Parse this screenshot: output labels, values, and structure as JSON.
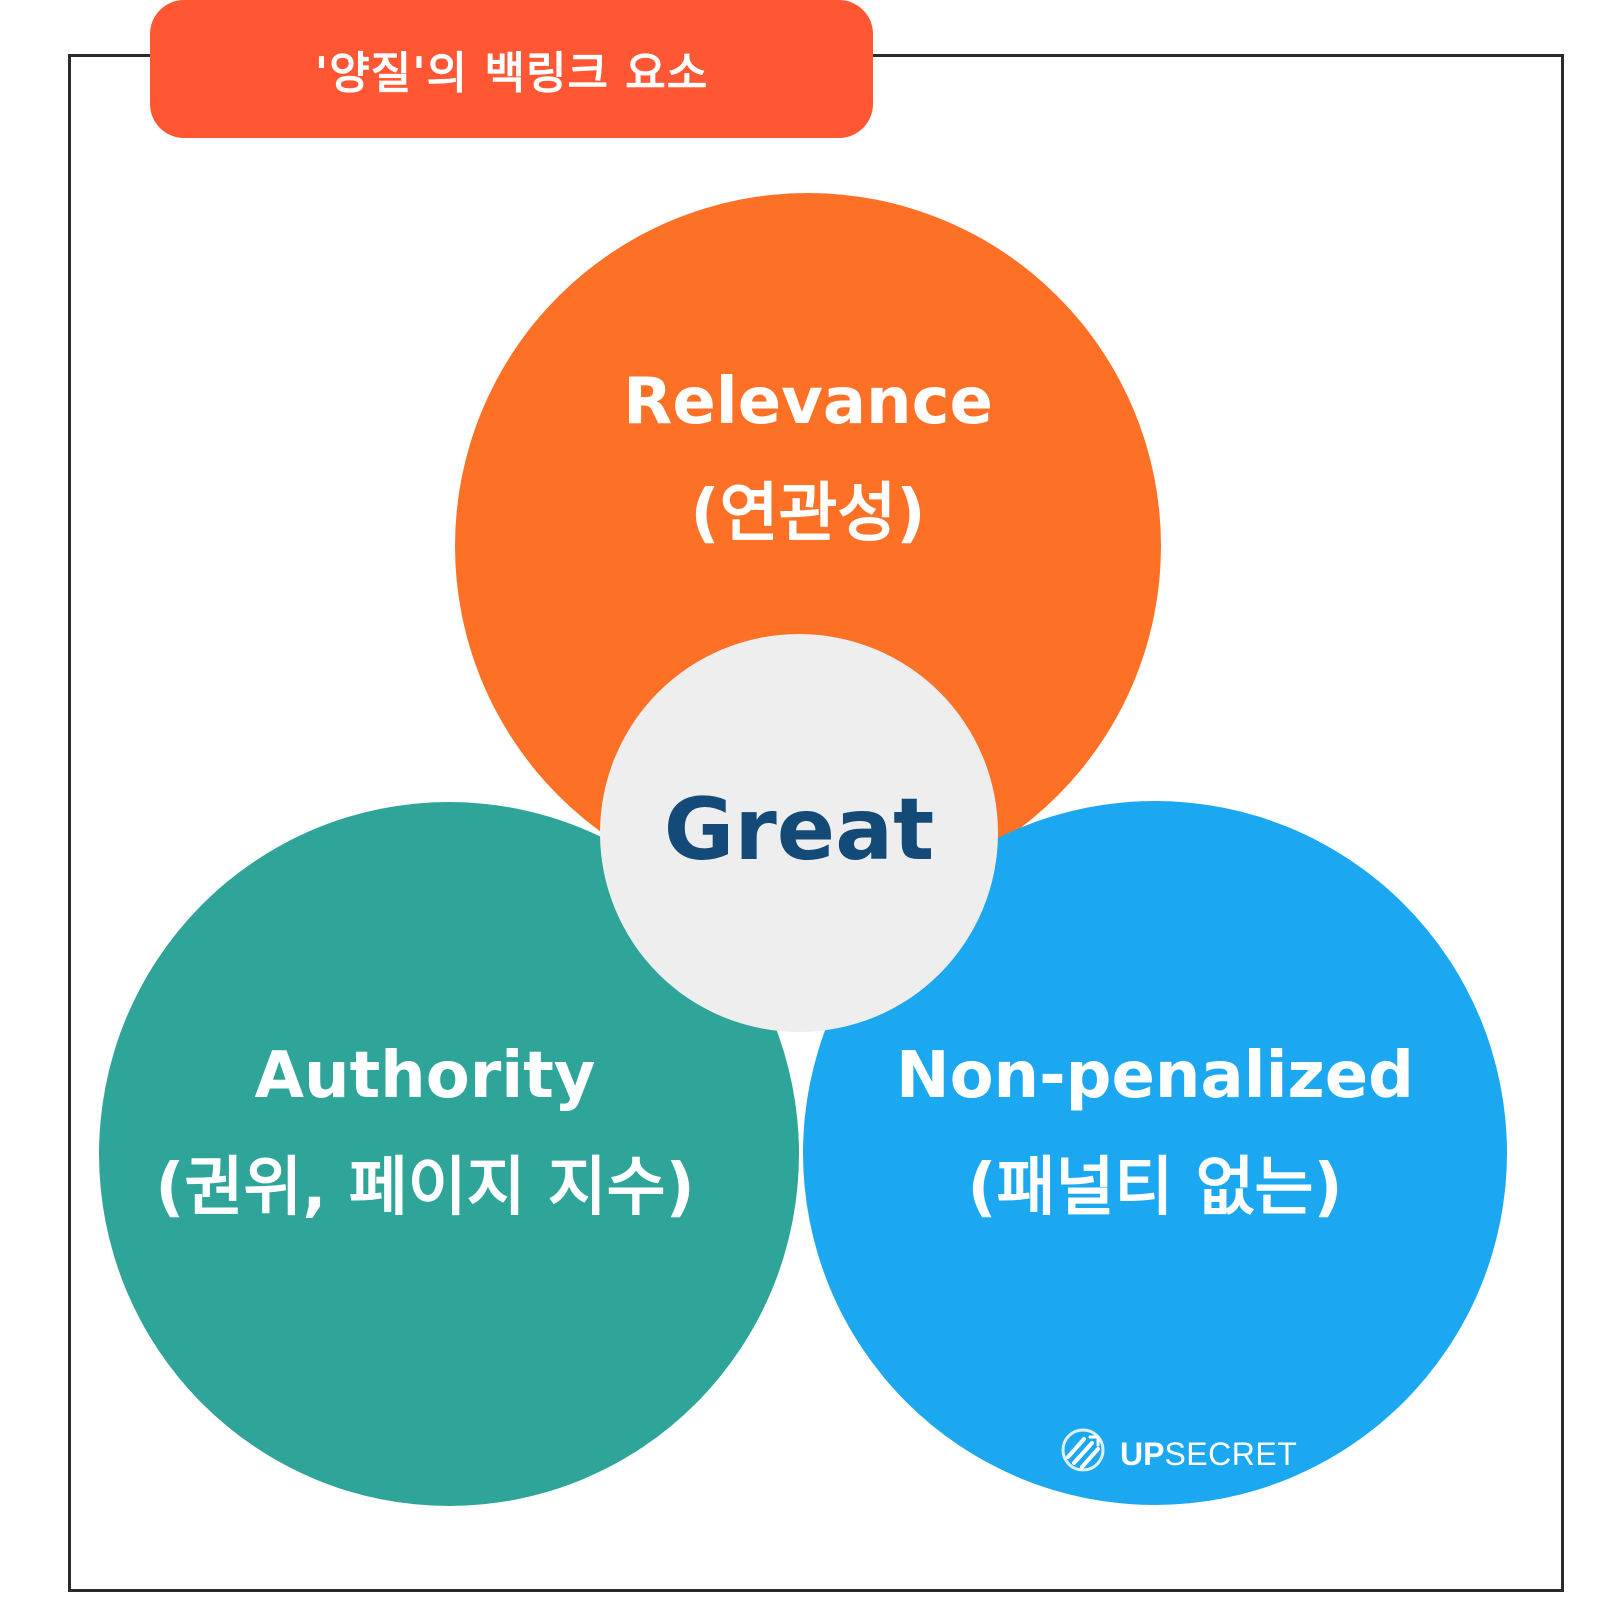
{
  "title": {
    "text": "'양질'의 백링크 요소",
    "color": "#FF5733"
  },
  "circles": {
    "relevance": {
      "line1": "Relevance",
      "line2": "(연관성)",
      "color": "#FD7126"
    },
    "authority": {
      "line1": "Authority",
      "line2": "(권위, 페이지 지수)",
      "color": "#2FA59A"
    },
    "non_penalized": {
      "line1": "Non-penalized",
      "line2": "(패널티 없는)",
      "color": "#1BA8F0"
    },
    "center": {
      "text": "Great",
      "fill": "#EEEEEF",
      "text_color": "#134A78"
    }
  },
  "brand": {
    "icon": "upsecret-logo-icon",
    "part1": "UP",
    "part2": "SECRET"
  }
}
